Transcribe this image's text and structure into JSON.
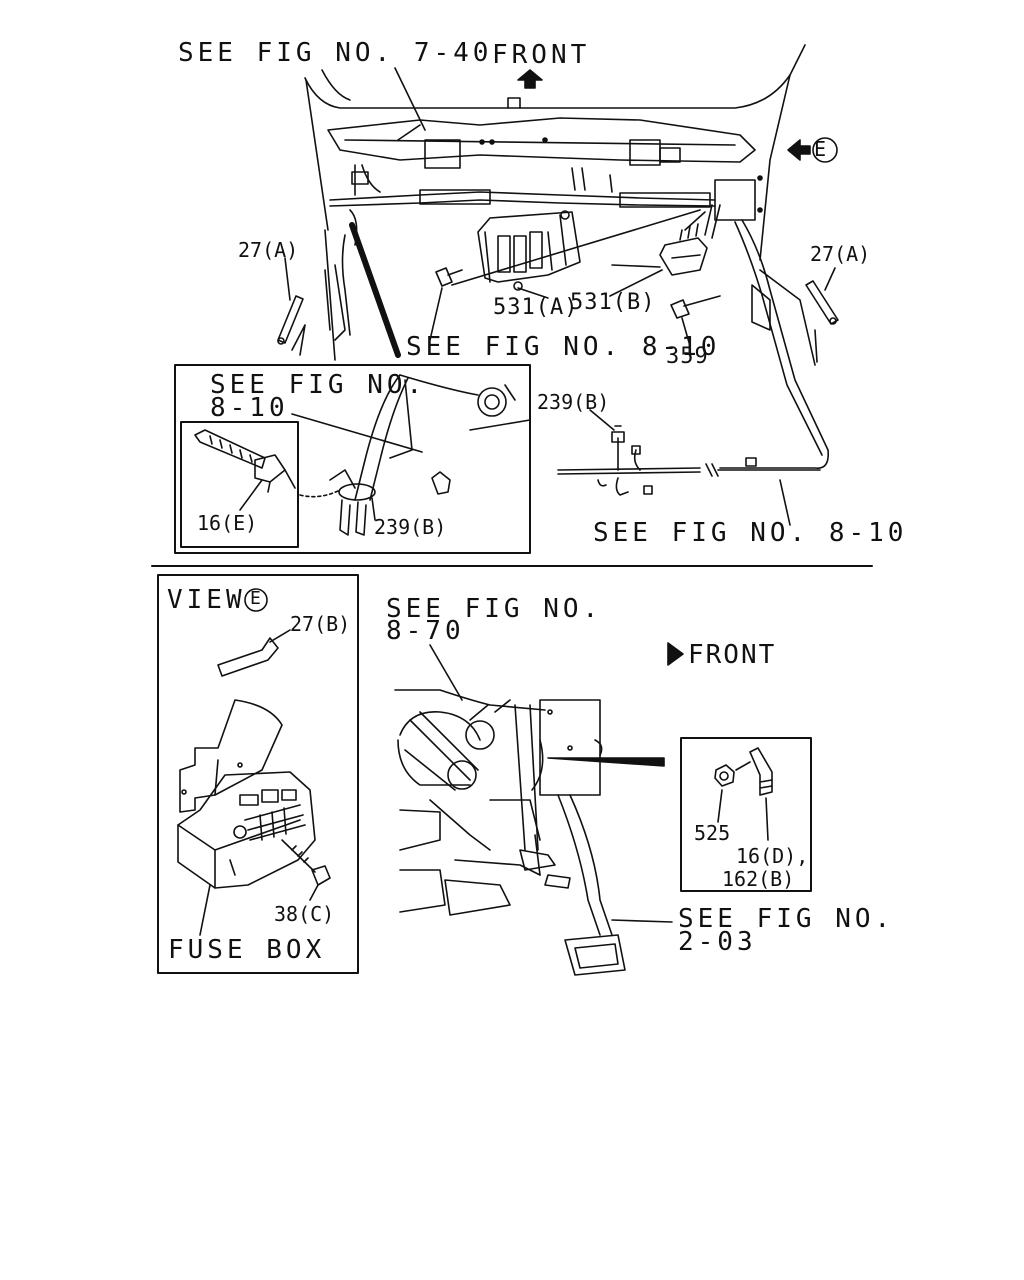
{
  "refs": {
    "fig_7_40": "SEE FIG NO. 7-40",
    "fig_8_10_main": "SEE FIG NO. 8-10",
    "fig_8_10_inset_line1": "SEE FIG NO.",
    "fig_8_10_inset_line2": "8-10",
    "fig_8_10_bottom": "SEE FIG NO. 8-10",
    "fig_8_70_line1": "SEE FIG NO.",
    "fig_8_70_line2": "8-70",
    "fig_2_03_line1": "SEE FIG NO.",
    "fig_2_03_line2": "2-03"
  },
  "directions": {
    "front_top": "FRONT",
    "front_mid": "FRONT",
    "view_e_marker": "E"
  },
  "view_e": {
    "title": "VIEW",
    "letter": "E",
    "fuse_box": "FUSE BOX"
  },
  "parts": {
    "p27a_left": "27(A)",
    "p27a_right": "27(A)",
    "p531a": "531(A)",
    "p531b": "531(B)",
    "p359": "359",
    "p239b_right": "239(B)",
    "p239b_inset": "239(B)",
    "p16e": "16(E)",
    "p27b": "27(B)",
    "p38c": "38(C)",
    "p525": "525",
    "p16d": "16(D),",
    "p162b": "162(B)"
  },
  "colors": {
    "ink": "#111111",
    "paper": "#ffffff"
  }
}
